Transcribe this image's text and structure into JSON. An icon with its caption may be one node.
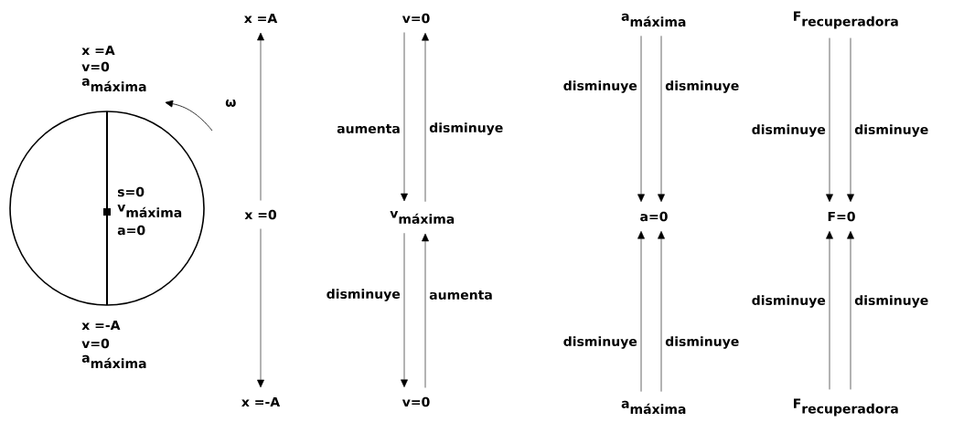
{
  "diagram": {
    "nodes": [
      {
        "text": [
          "x =A"
        ]
      },
      {
        "text": [
          "v=0"
        ]
      },
      {
        "text": [
          "\\textbf{a}_{\\textbf{máxima}}"
        ]
      },
      {
        "text": [
          "\\textbf{F}_{\\textbf{recuperadora}}"
        ]
      },
      {
        "text": [
          "x =0"
        ]
      },
      {
        "text": [
          "\\textbf{v}_{\\textbf{máxima}}"
        ]
      },
      {
        "text": [
          "a=0"
        ]
      },
      {
        "text": [
          "F=0"
        ]
      },
      {
        "text": [
          "x =-A"
        ]
      },
      {
        "text": [
          "v=0"
        ]
      },
      {
        "text": [
          "\\textbf{a}_{\\textbf{máxima}}"
        ]
      },
      {
        "text": [
          "\\textbf{F}_{\\textbf{recuperadora}}"
        ]
      }
    ],
    "edges": [
      {
        "from": 4,
        "to": 0,
        "arrow": "to"
      },
      {
        "from": 4,
        "to": 8,
        "arrow": "to"
      },
      {
        "from": 1,
        "to": 5,
        "arrow": "to",
        "label": "aumenta"
      },
      {
        "from": 5,
        "to": 1,
        "arrow": "to",
        "label": "disminuye"
      },
      {
        "from": 5,
        "to": 9,
        "arrow": "to",
        "label": "disminuye"
      },
      {
        "from": 9,
        "to": 5,
        "arrow": "to",
        "label": "aumenta"
      },
      {
        "from": 2,
        "to": 6,
        "arrow": "to",
        "label": "disminuye"
      },
      {
        "from": 2,
        "to": 6,
        "arrow": "to",
        "label": "disminuye"
      },
      {
        "from": 10,
        "to": 6,
        "arrow": "to",
        "label": "disminuye"
      },
      {
        "from": 10,
        "to": 6,
        "arrow": "to",
        "label": "disminuye"
      },
      {
        "from": 3,
        "to": 7,
        "arrow": "to",
        "label": "disminuye"
      },
      {
        "from": 3,
        "to": 7,
        "arrow": "to",
        "label": "disminuye"
      },
      {
        "from": 11,
        "to": 7,
        "arrow": "to",
        "label": "disminuye"
      },
      {
        "from": 11,
        "to": 7,
        "arrow": "to",
        "label": "disminuye"
      }
    ],
    "labels": [
      "x =A",
      "v=0",
      "\\textbf{a}_{\\textbf{máxima}}",
      "ω",
      "s=0",
      "\\textbf{v}_{\\textbf{máxima}}",
      "a=0",
      "x =-A",
      "v=0",
      "\\textbf{a}_{\\textbf{máxima}}"
    ]
  }
}
